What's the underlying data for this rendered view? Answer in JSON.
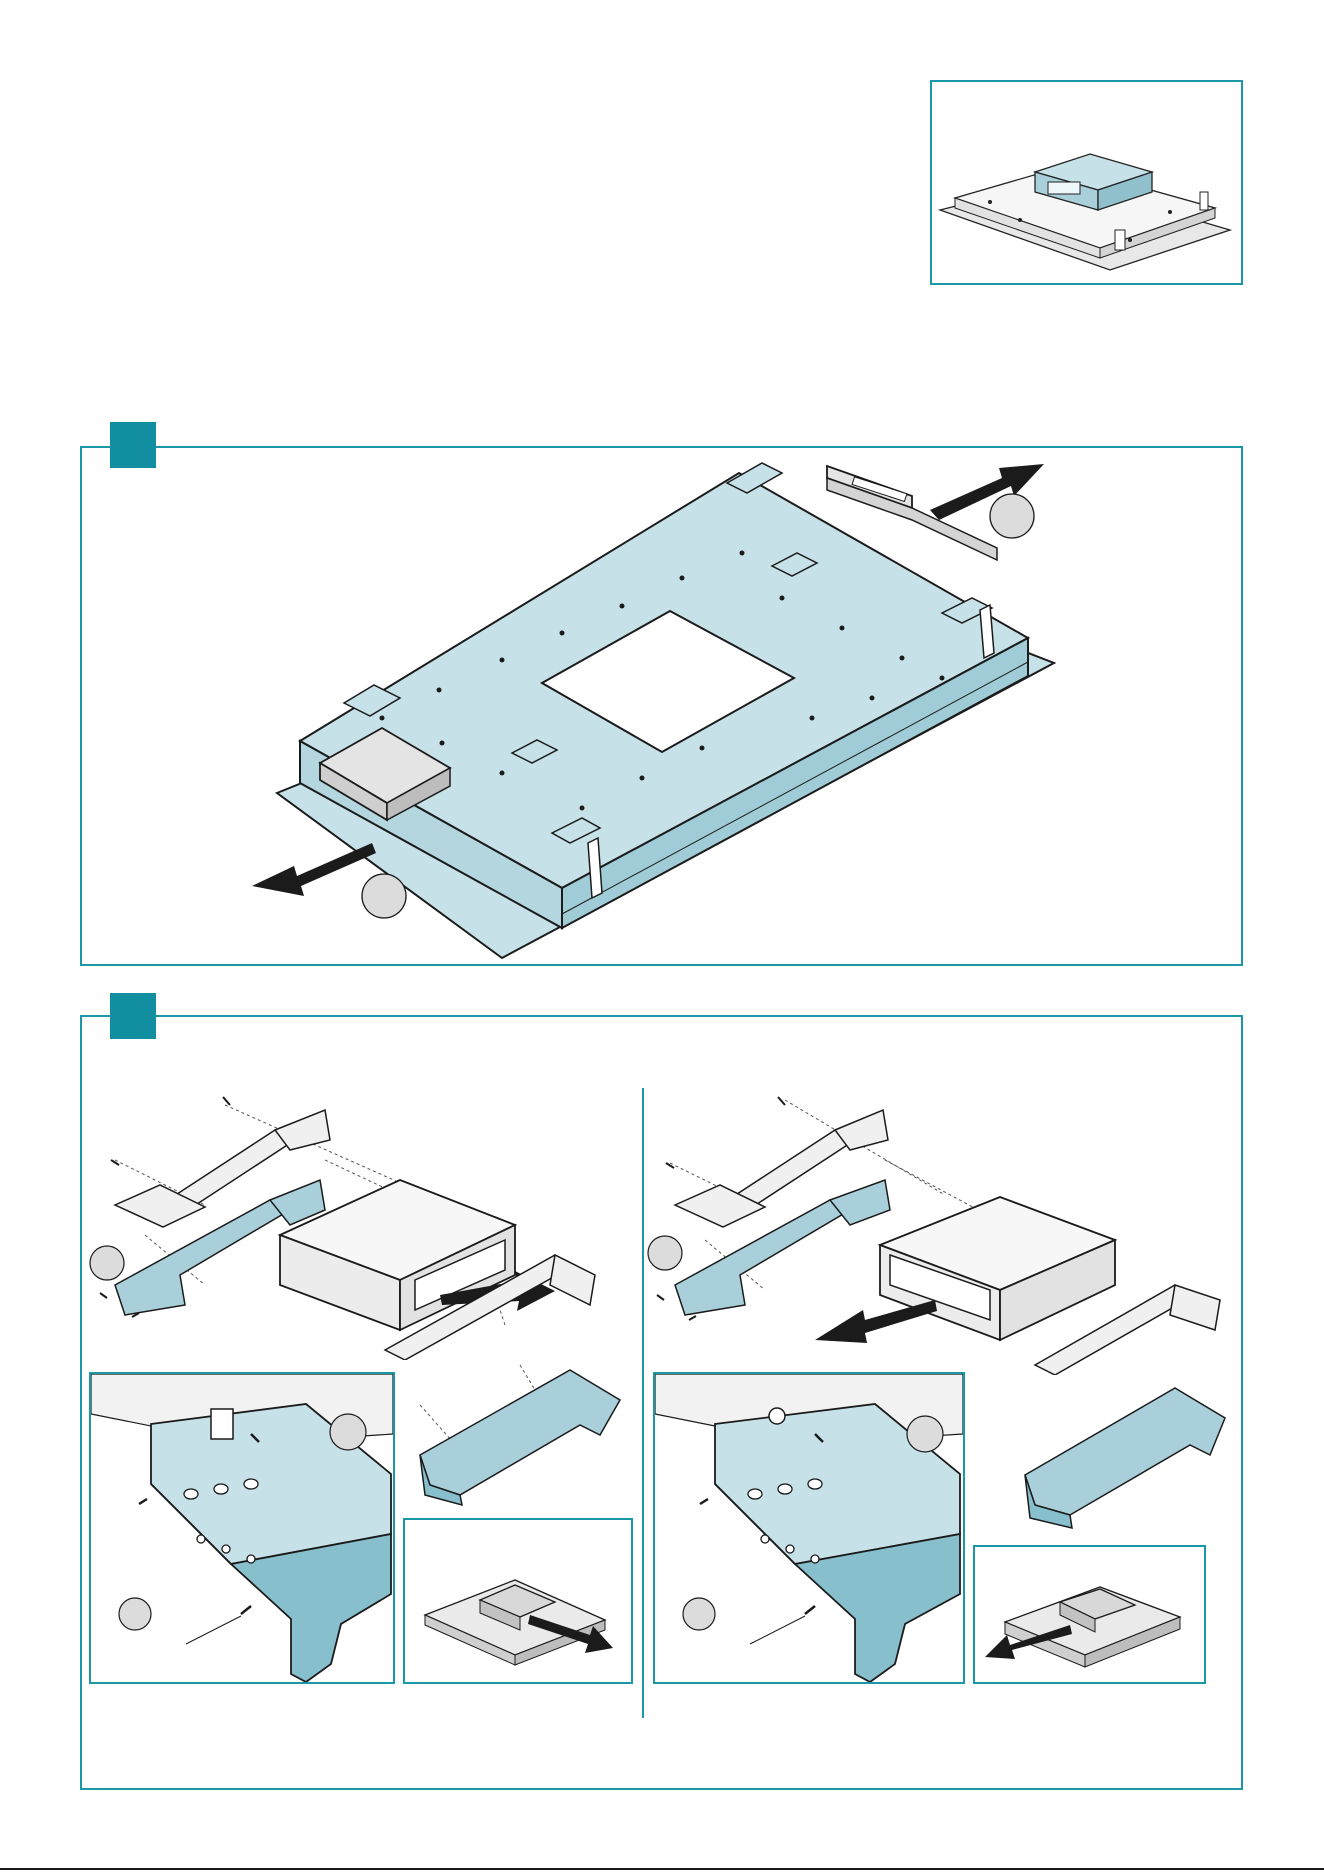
{
  "page": {
    "title": "",
    "colors": {
      "accent": "#1a98a8",
      "step_badge": "#118fa0",
      "part_fill": "#c7e1e8",
      "part_fill_dark": "#88bfcc",
      "line": "#1b1b1b",
      "callout_circle": "#dcdcdc"
    }
  },
  "overview": {
    "name": "overview-thumbnail",
    "icon": "appliance-overview-icon"
  },
  "step1": {
    "badge_icon": "step-badge-1",
    "callout_a": "",
    "callout_b": ""
  },
  "step2": {
    "badge_icon": "step-badge-2",
    "left": {
      "callout_a": "",
      "callout_b": "",
      "callout_c": ""
    },
    "right": {
      "callout_a": "",
      "callout_b": "",
      "callout_c": ""
    }
  }
}
